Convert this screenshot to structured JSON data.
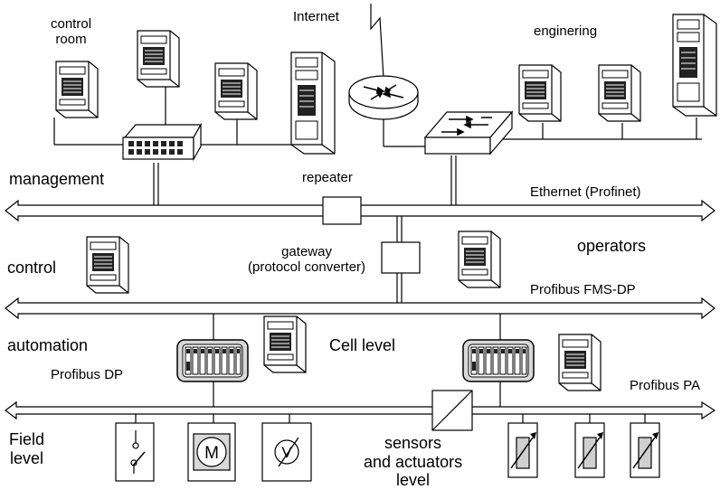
{
  "labels": {
    "control_room": "control\nroom",
    "internet": "Internet",
    "engineering": "enginering",
    "management": "management",
    "repeater": "repeater",
    "ethernet": "Ethernet (Profinet)",
    "control": "control",
    "gateway": "gateway\n(protocol converter)",
    "operators": "operators",
    "profibus_fms": "Profibus FMS-DP",
    "automation": "automation",
    "cell_level": "Cell level",
    "profibus_dp": "Profibus DP",
    "profibus_pa": "Profibus PA",
    "field_level": "Field\nlevel",
    "sensors_actuators": "sensors\nand actuators\nlevel",
    "motor_symbol": "M",
    "valve_symbol": "V"
  },
  "icons": {
    "computer": "computer-tower-icon",
    "server": "server-tower-icon",
    "switch": "network-switch-icon",
    "router": "router-icon",
    "layer3switch": "layer3-switch-icon",
    "plc": "plc-rack-icon",
    "limit_switch": "limit-switch-icon",
    "motor": "motor-icon",
    "valve": "valve-icon",
    "transmitter": "variable-transmitter-icon"
  },
  "colors": {
    "line": "#000000",
    "fill": "#ffffff",
    "screen": "#222222",
    "rack": "#d8d8d8"
  }
}
